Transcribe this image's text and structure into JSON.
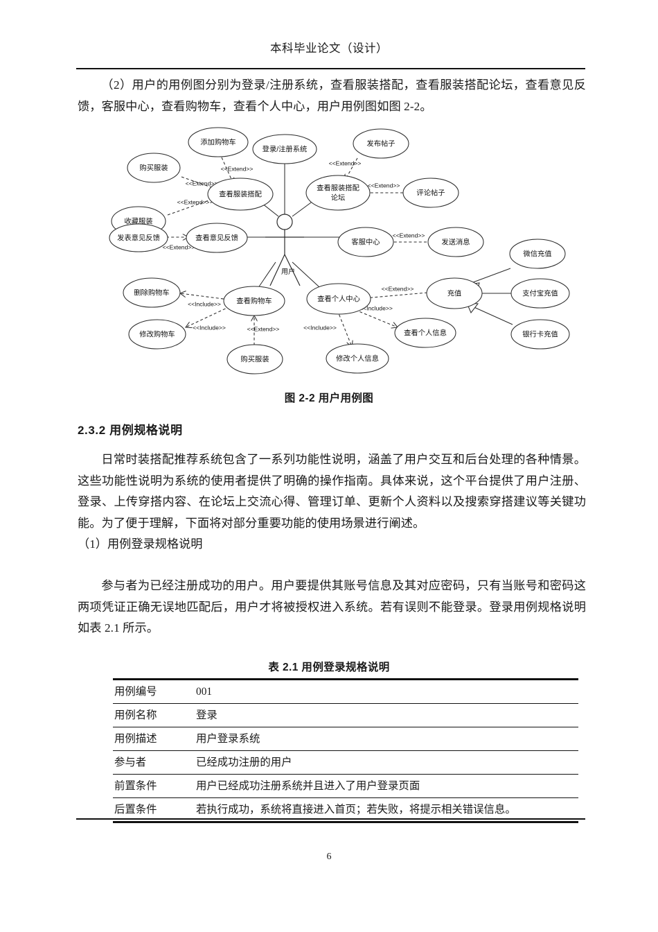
{
  "document": {
    "header_title": "本科毕业论文（设计）",
    "page_number": "6"
  },
  "intro_paragraph": "（2）用户的用例图分别为登录/注册系统，查看服装搭配，查看服装搭配论坛，查看意见反馈，客服中心，查看购物车，查看个人中心，用户用例图如图 2-2。",
  "figure": {
    "caption": "图 2-2  用户用例图",
    "actor_label": "用户",
    "stereotype_extend": "<<Extend>>",
    "stereotype_include": "<<Include>>",
    "use_cases": {
      "buy_clothes_top": "购买服装",
      "add_cart": "添加购物车",
      "login_register": "登录/注册系统",
      "publish_post": "发布帖子",
      "favorite_clothes": "收藏服装",
      "view_outfit": "查看服装搭配",
      "view_forum_line1": "查看服装搭配",
      "view_forum_line2": "论坛",
      "comment_post": "评论帖子",
      "post_feedback": "发表意见反馈",
      "view_feedback": "查看意见反馈",
      "service_center": "客服中心",
      "send_message": "发送消息",
      "wechat_recharge": "微信充值",
      "delete_cart": "删除购物车",
      "view_cart": "查看购物车",
      "view_profile_center": "查看个人中心",
      "recharge": "充值",
      "alipay_recharge": "支付宝充值",
      "modify_cart": "修改购物车",
      "view_profile_info": "查看个人信息",
      "bank_card_recharge": "银行卡充值",
      "buy_clothes_bottom": "购买服装",
      "modify_profile_info": "修改个人信息"
    }
  },
  "section": {
    "number_and_title": "2.3.2  用例规格说明",
    "body_paragraph": "日常时装搭配推荐系统包含了一系列功能性说明，涵盖了用户交互和后台处理的各种情景。这些功能性说明为系统的使用者提供了明确的操作指南。具体来说，这个平台提供了用户注册、登录、上传穿搭内容、在论坛上交流心得、管理订单、更新个人资料以及搜索穿搭建议等关键功能。为了便于理解，下面将对部分重要功能的使用场景进行阐述。",
    "subsection_label": "（1）用例登录规格说明",
    "login_paragraph": "参与者为已经注册成功的用户。用户要提供其账号信息及其对应密码，只有当账号和密码这两项凭证正确无误地匹配后，用户才将被授权进入系统。若有误则不能登录。登录用例规格说明如表 2.1 所示。"
  },
  "table": {
    "caption": "表 2.1  用例登录规格说明",
    "rows": [
      {
        "key": "用例编号",
        "value": "001"
      },
      {
        "key": "用例名称",
        "value": "登录"
      },
      {
        "key": "用例描述",
        "value": "用户登录系统"
      },
      {
        "key": "参与者",
        "value": "已经成功注册的用户"
      },
      {
        "key": "前置条件",
        "value": "用户已经成功注册系统并且进入了用户登录页面"
      },
      {
        "key": "后置条件",
        "value": "若执行成功，系统将直接进入首页；若失败，将提示相关错误信息。"
      }
    ]
  },
  "colors": {
    "text": "#1a1a1a",
    "rule": "#111111",
    "diagram_stroke": "#2b2b2b"
  }
}
